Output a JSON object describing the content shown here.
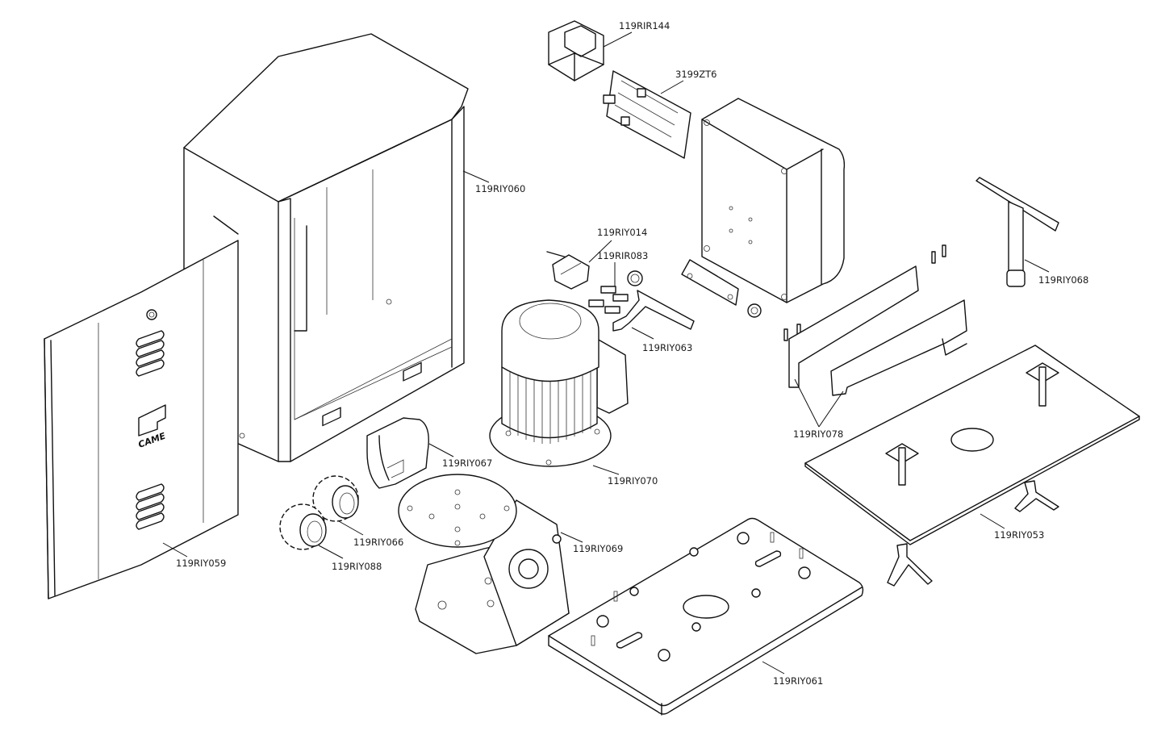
{
  "diagram": {
    "type": "exploded-parts-view",
    "brand_logo_text": "CAME",
    "parts": [
      {
        "id": "119RIR144",
        "label": "119RIR144",
        "component": "transformer"
      },
      {
        "id": "3199ZT6",
        "label": "3199ZT6",
        "component": "control-board"
      },
      {
        "id": "119RIY060",
        "label": "119RIY060",
        "component": "housing-cover"
      },
      {
        "id": "119RIY014",
        "label": "119RIY014",
        "component": "terminal-block"
      },
      {
        "id": "119RIR083",
        "label": "119RIR083",
        "component": "limit-switch-connectors"
      },
      {
        "id": "119RIY063",
        "label": "119RIY063",
        "component": "bracket"
      },
      {
        "id": "119RIY068",
        "label": "119RIY068",
        "component": "release-key"
      },
      {
        "id": "119RIY078",
        "label": "119RIY078",
        "component": "limit-switch-plates"
      },
      {
        "id": "119RIY067",
        "label": "119RIY067",
        "component": "gear-cover"
      },
      {
        "id": "119RIY070",
        "label": "119RIY070",
        "component": "electric-motor"
      },
      {
        "id": "119RIY066",
        "label": "119RIY066",
        "component": "pinion-gear"
      },
      {
        "id": "119RIY088",
        "label": "119RIY088",
        "component": "pinion-gear"
      },
      {
        "id": "119RIY069",
        "label": "119RIY069",
        "component": "gear-reducer"
      },
      {
        "id": "119RIY059",
        "label": "119RIY059",
        "component": "front-panel"
      },
      {
        "id": "119RIY053",
        "label": "119RIY053",
        "component": "anchor-plate"
      },
      {
        "id": "119RIY061",
        "label": "119RIY061",
        "component": "base-plate"
      }
    ]
  }
}
